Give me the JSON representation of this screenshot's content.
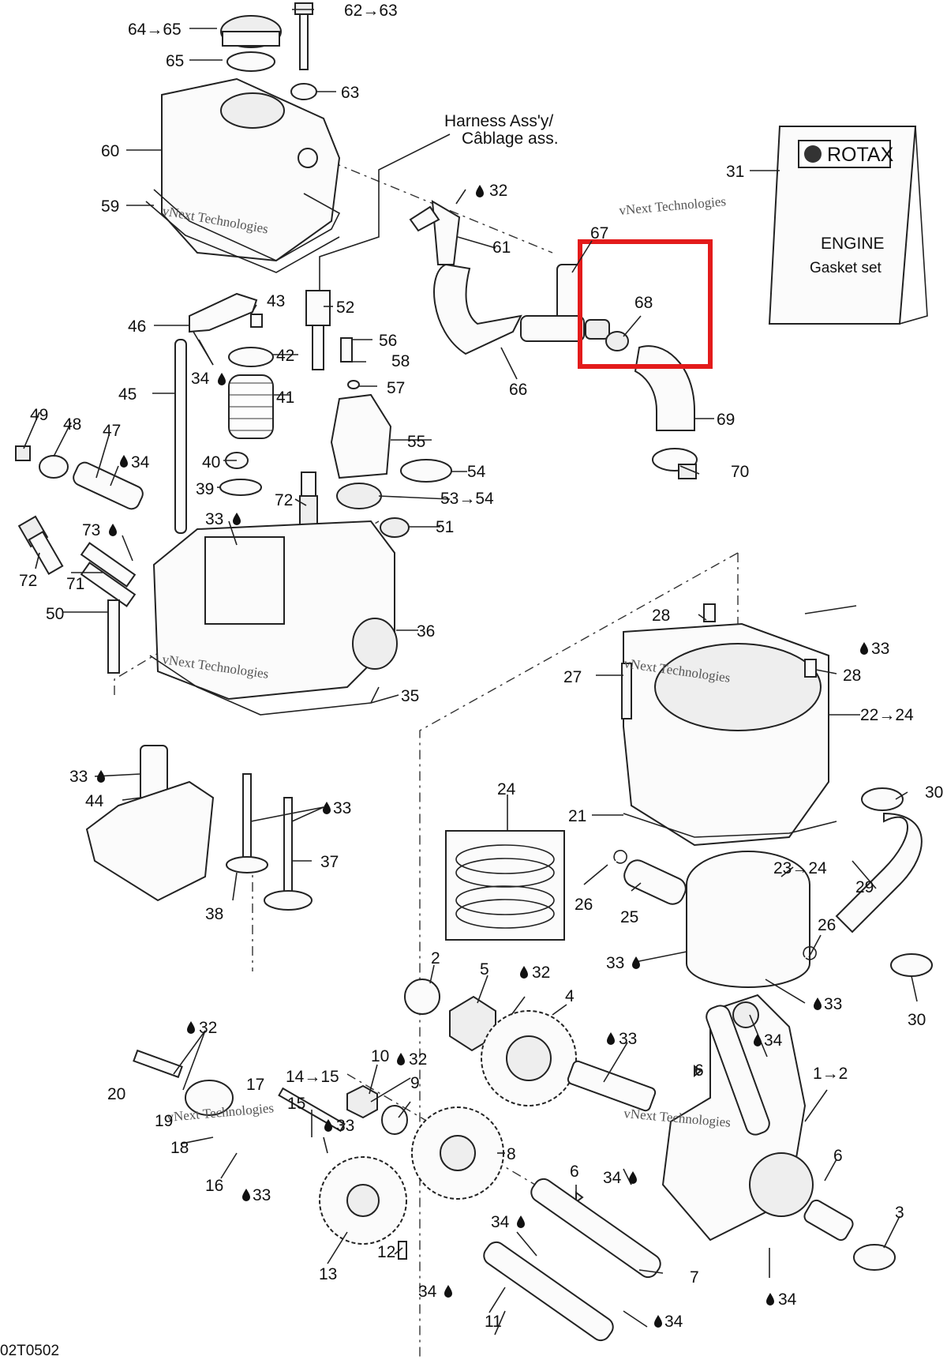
{
  "diagram": {
    "harness_label_en": "Harness Ass'y/",
    "harness_label_fr": "Câblage ass.",
    "manual": {
      "brand": "ROTAX",
      "line1": "ENGINE",
      "line2": "Gasket set"
    },
    "watermark": {
      "line1": "vNext Technologies",
      "line2": "vNext",
      "line3": "Technologies"
    },
    "figure_code": "02T0502",
    "highlight_color": "#e31b1b",
    "callouts": {
      "c64_65": "64→65",
      "c62_63": "62→63",
      "c65": "65",
      "c63": "63",
      "c60": "60",
      "c59": "59",
      "c32a": "32",
      "c61": "61",
      "c67": "67",
      "c68": "68",
      "c31": "31",
      "c43": "43",
      "c52": "52",
      "c46": "46",
      "c56": "56",
      "c42": "42",
      "c58": "58",
      "c34a": "34",
      "c57": "57",
      "c66": "66",
      "c45": "45",
      "c41": "41",
      "c69": "69",
      "c49": "49",
      "c48": "48",
      "c47": "47",
      "c55": "55",
      "c34b": "34",
      "c40": "40",
      "c70": "70",
      "c54": "54",
      "c39": "39",
      "c72a": "72",
      "c53_54": "53→54",
      "c33a": "33",
      "c51": "51",
      "c73": "73",
      "c72b": "72",
      "c71": "71",
      "c50": "50",
      "c36": "36",
      "c28a": "28",
      "c33b": "33",
      "c28b": "28",
      "c27": "27",
      "c35": "35",
      "c22_24": "22→24",
      "c33c": "33",
      "c44": "44",
      "c33d": "33",
      "c24": "24",
      "c30a": "30",
      "c21": "21",
      "c37": "37",
      "c23_24": "23→24",
      "c38": "38",
      "c26a": "26",
      "c25": "25",
      "c29": "29",
      "c26b": "26",
      "c33e": "33",
      "c33f": "33",
      "c2": "2",
      "c5": "5",
      "c32b": "32",
      "c4": "4",
      "c30b": "30",
      "c32c": "32",
      "c33g": "33",
      "c34c": "34",
      "c10": "10",
      "c32d": "32",
      "c6a": "6",
      "c1_2": "1→2",
      "c20": "20",
      "c17": "17",
      "c14_15": "14→15",
      "c9": "9",
      "c19": "19",
      "c15": "15",
      "c33h": "33",
      "c18": "18",
      "c8": "8",
      "c6b": "6",
      "c34d": "34",
      "c16": "16",
      "c33i": "33",
      "c6c": "6",
      "c3": "3",
      "c34e": "34",
      "c13": "13",
      "c12": "12",
      "c7": "7",
      "c34f": "34",
      "c34g": "34",
      "c11": "11",
      "c34h": "34"
    }
  }
}
